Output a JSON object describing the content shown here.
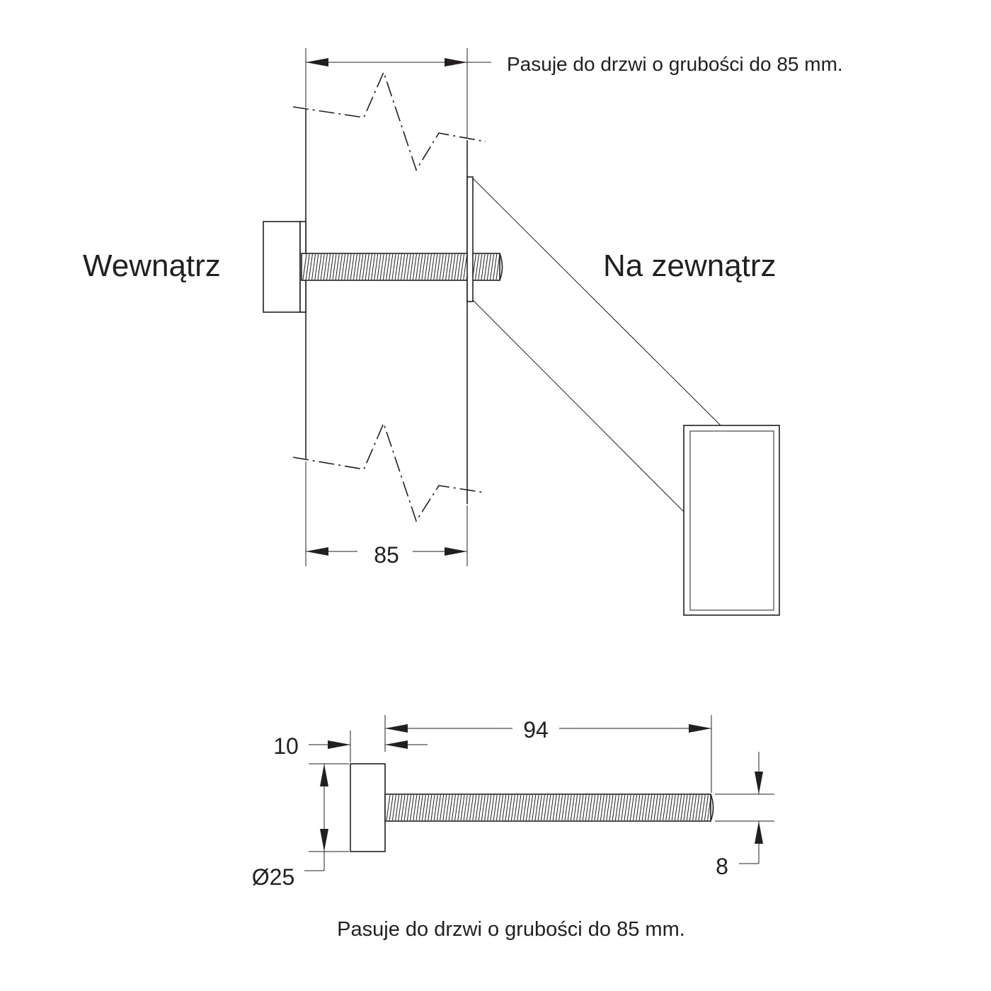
{
  "labels": {
    "top_note": "Pasuje do drzwi o grubości do 85 mm.",
    "inside": "Wewnątrz",
    "outside": "Na zewnątrz",
    "door_thickness": "85",
    "bottom_note": "Pasuje do drzwi o grubości do 85 mm."
  },
  "dimensions": {
    "head_thickness": "10",
    "screw_length": "94",
    "head_diameter": "Ø25",
    "thread_diameter": "8"
  }
}
